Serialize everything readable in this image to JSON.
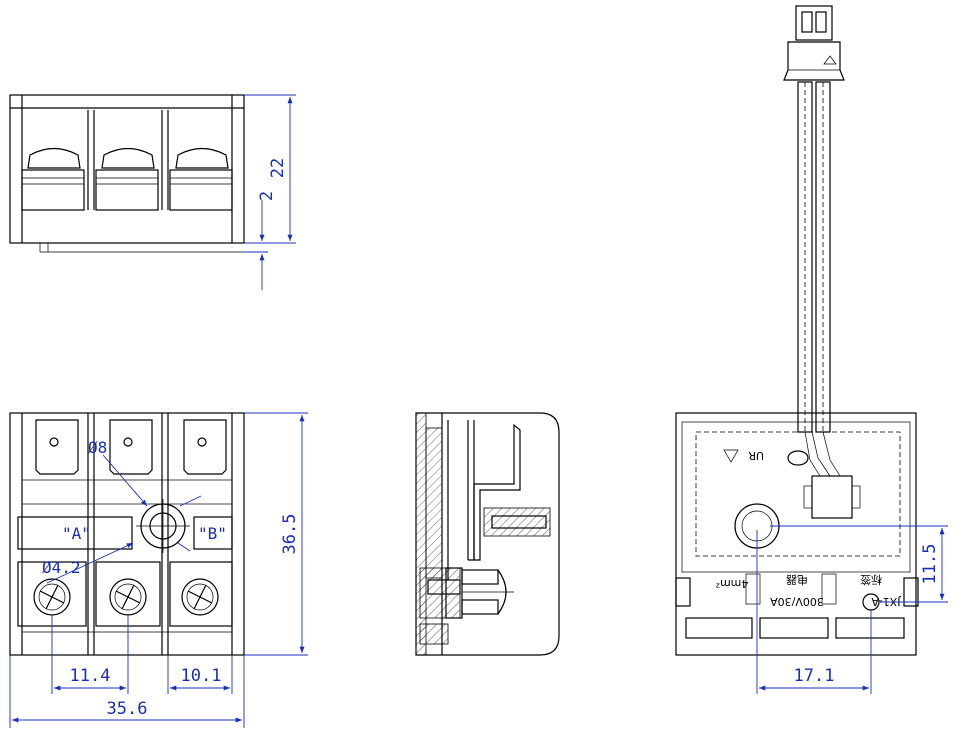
{
  "dimensions": {
    "height": "22",
    "offset": "2",
    "width_total": "36.5",
    "length_total": "35.6",
    "pitch": "11.4",
    "spacing": "10.1",
    "hole_dia": "Ø8",
    "screw_dia": "Ø4.2",
    "hole_offset": "17.1",
    "hole_height": "11.5"
  },
  "labels": {
    "terminal_a": "\"A\"",
    "terminal_b": "\"B\""
  },
  "markings": {
    "rating": "300V/30A",
    "wire": "4mm²",
    "part_code": "JX1-A",
    "text_1": "电器",
    "text_2": "标签"
  },
  "colors": {
    "line": "#000000",
    "dimension": "#1a2fb8"
  }
}
